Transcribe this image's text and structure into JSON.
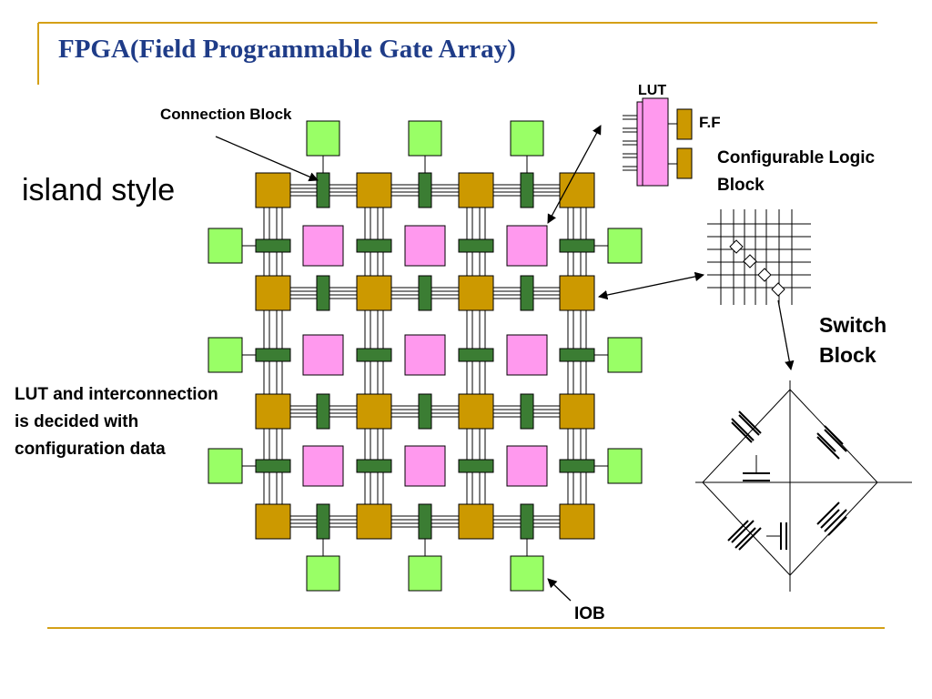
{
  "slide": {
    "title": "FPGA(Field Programmable Gate Array)",
    "left_label": "island style",
    "note_lines": [
      "LUT and interconnection",
      "is decided with",
      "configuration data"
    ]
  },
  "labels": {
    "connection_block": "Connection Block",
    "lut": "LUT",
    "ff": "F.F",
    "clb_lines": [
      "Configurable Logic",
      "Block"
    ],
    "switch_block_lines": [
      "Switch",
      "Block"
    ],
    "iob": "IOB"
  },
  "colors": {
    "accent_line": "#d4a017",
    "title": "#1f3c88",
    "switch_block": "#cc9900",
    "connection_block": "#3b7d33",
    "logic_block": "#ff99ee",
    "io_block": "#99ff66",
    "wire": "#000000"
  },
  "grid": {
    "switch_rows": 4,
    "switch_cols": 4,
    "logic_rows": 3,
    "logic_cols": 3
  }
}
